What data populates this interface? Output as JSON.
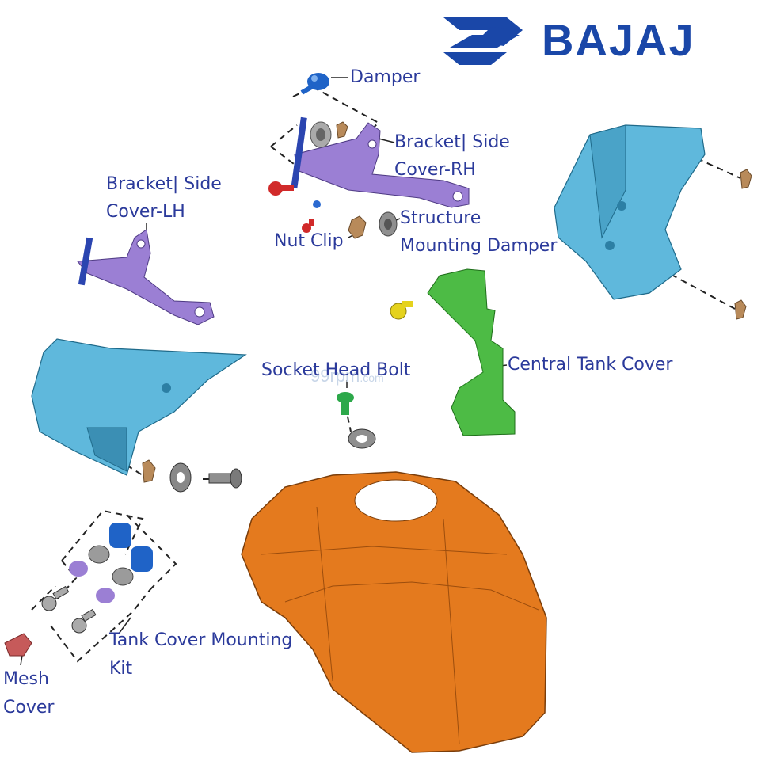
{
  "brand": {
    "name": "BAJAJ",
    "color": "#1a47a8",
    "logo_icon": "bajaj-swoosh-icon"
  },
  "watermark": {
    "site": "99rpm",
    "tld": ".com"
  },
  "labels": {
    "damper": "Damper",
    "bracket_rh_line1": "Bracket| Side",
    "bracket_rh_line2": "Cover-RH",
    "bracket_lh_line1": "Bracket| Side",
    "bracket_lh_line2": "Cover-LH",
    "structure_line1": "Structure",
    "structure_line2": "Mounting Damper",
    "nut_clip": "Nut Clip",
    "central_tank_cover": "Central Tank Cover",
    "socket_head_bolt": "Socket Head Bolt",
    "tank_kit_line1": "Tank Cover Mounting",
    "tank_kit_line2": "Kit",
    "mesh_line1": "Mesh",
    "mesh_line2": "Cover"
  },
  "colors": {
    "label_text": "#2b3a9b",
    "side_cover": "#5fb8dc",
    "bracket": "#9b7fd4",
    "central_cover": "#4dbb45",
    "fuel_tank": "#e47a1e",
    "damper_blue": "#1f63c7",
    "bolt_red": "#d12a2a",
    "clip_bronze": "#b88a5a",
    "bolt_green": "#2ca84a",
    "bolt_yellow": "#e5d21d",
    "mesh_pink": "#c65a5a"
  }
}
